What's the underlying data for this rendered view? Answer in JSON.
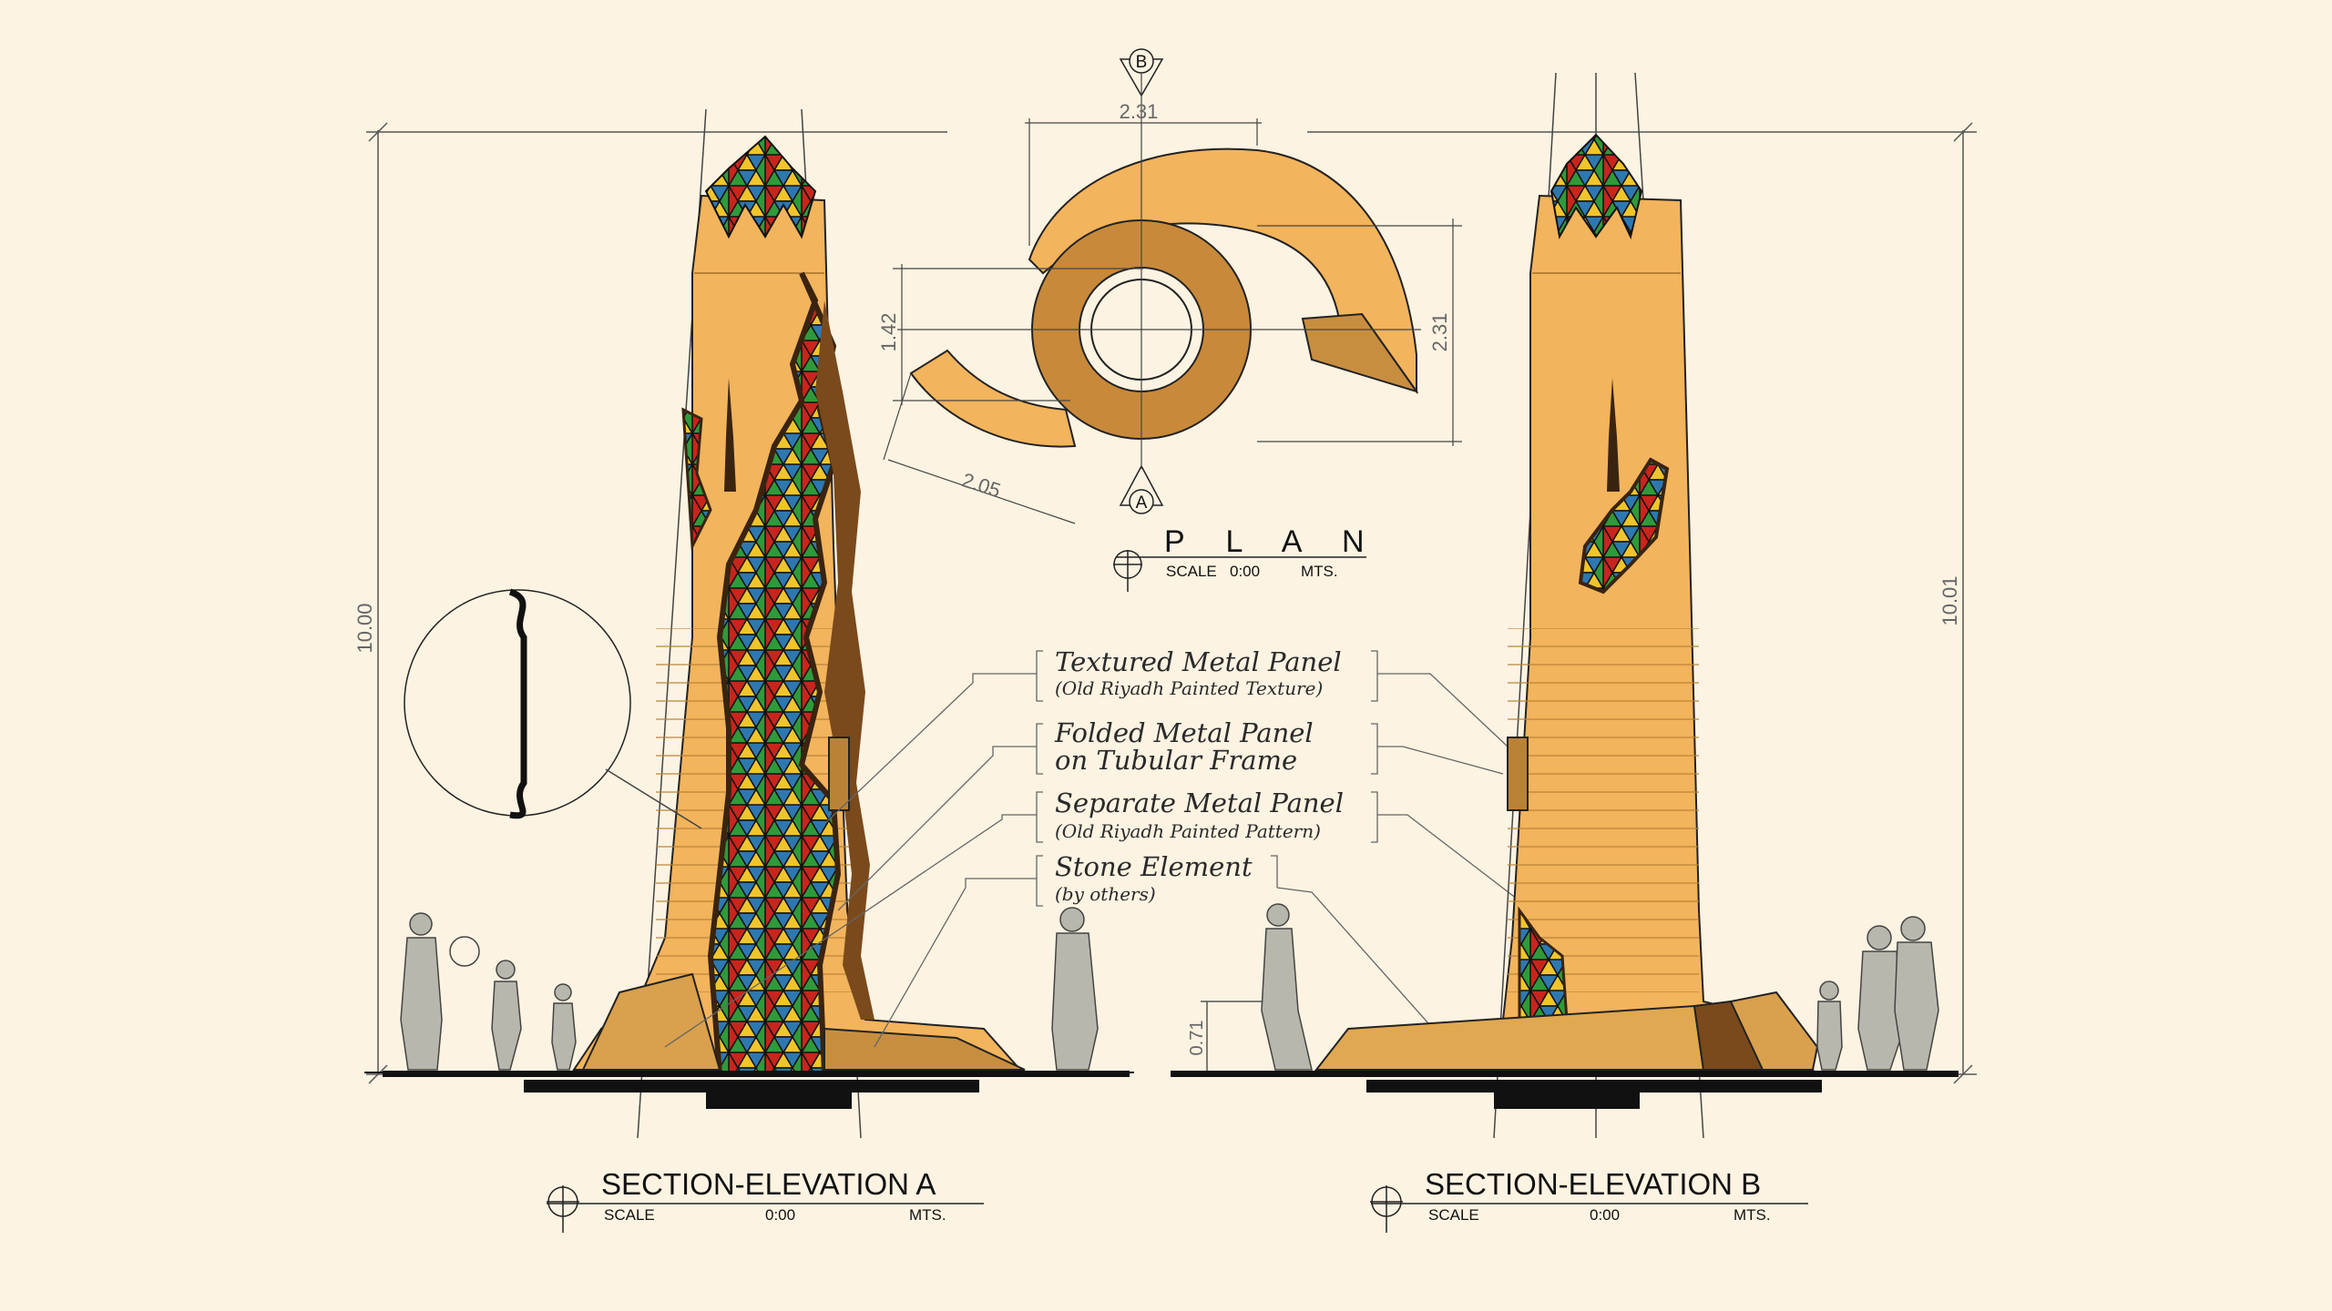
{
  "plan": {
    "title": "P L A N",
    "scale_label": "SCALE",
    "scale_value": "0:00",
    "units": "MTS.",
    "section_marker_top": "B",
    "section_marker_bottom": "A",
    "dim_width": "2.31",
    "dim_height": "2.31",
    "dim_ring": "1.42",
    "dim_diag": "2.05"
  },
  "elevation_a": {
    "title": "SECTION-ELEVATION A",
    "scale_label": "SCALE",
    "scale_value": "0:00",
    "units": "MTS.",
    "height_dim": "10.00"
  },
  "elevation_b": {
    "title": "SECTION-ELEVATION B",
    "scale_label": "SCALE",
    "scale_value": "0:00",
    "units": "MTS.",
    "height_dim": "10.01",
    "base_dim": "0.71"
  },
  "labels": [
    {
      "line1": "Textured Metal Panel",
      "line2": "(Old Riyadh Painted Texture)"
    },
    {
      "line1": "Folded Metal Panel",
      "line2": "on Tubular Frame"
    },
    {
      "line1": "Separate Metal Panel",
      "line2": "(Old Riyadh Painted Pattern)"
    },
    {
      "line1": "Stone Element",
      "line2": "(by others)"
    }
  ],
  "colors": {
    "background": "#fdf3e2",
    "tower": "#f2b45c",
    "tower_dark": "#b98236",
    "ink": "#1e1e1e",
    "mosaic_red": "#c8251d",
    "mosaic_green": "#2f9a3a",
    "mosaic_blue": "#2e78b0",
    "mosaic_yellow": "#f0c52b"
  }
}
